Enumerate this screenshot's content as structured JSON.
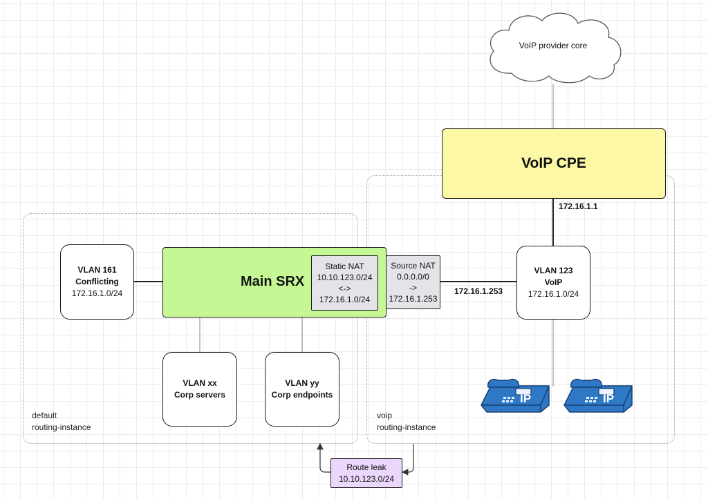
{
  "cloud": {
    "label": "VoIP provider core"
  },
  "cpe": {
    "label": "VoIP CPE",
    "ip": "172.16.1.1"
  },
  "srx": {
    "label": "Main SRX"
  },
  "static_nat": {
    "line1": "Static NAT",
    "line2": "10.10.123.0/24",
    "line3": "<->",
    "line4": "172.16.1.0/24"
  },
  "source_nat": {
    "line1": "Source NAT",
    "line2": "0.0.0.0/0",
    "line3": "->",
    "line4": "172.16.1.253"
  },
  "srx_link_ip": "172.16.1.253",
  "vlan161": {
    "name": "VLAN 161",
    "role": "Conflicting",
    "subnet": "172.16.1.0/24"
  },
  "vlan123": {
    "name": "VLAN 123",
    "role": "VoIP",
    "subnet": "172.16.1.0/24"
  },
  "vlanxx": {
    "name": "VLAN xx",
    "role": "Corp servers"
  },
  "vlanyy": {
    "name": "VLAN yy",
    "role": "Corp endpoints"
  },
  "default_region": {
    "line1": "default",
    "line2": "routing-instance"
  },
  "voip_region": {
    "line1": "voip",
    "line2": "routing-instance"
  },
  "route_leak": {
    "line1": "Route leak",
    "line2": "10.10.123.0/24"
  },
  "phones": [
    {
      "badge": "IP"
    },
    {
      "badge": "IP"
    }
  ],
  "colors": {
    "srx_fill": "#c6f795",
    "cpe_fill": "#fcf8a6",
    "route_leak_fill": "#ead7fb",
    "phone_fill": "#2e78c6",
    "phone_stroke": "#163f72"
  }
}
